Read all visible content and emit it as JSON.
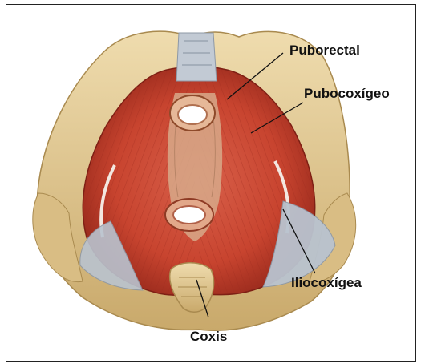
{
  "labels": {
    "puborectal": "Puborectal",
    "pubocoxigeo": "Pubocoxígeo",
    "iliocoxigea": "Iliocoxígea",
    "coxis": "Coxis"
  },
  "colors": {
    "muscle": "#c8442f",
    "muscle_dark": "#9e2a1e",
    "bone": "#e2c893",
    "bone_dark": "#b8995c",
    "ligament": "#b9c3cf",
    "leader": "#111111"
  }
}
